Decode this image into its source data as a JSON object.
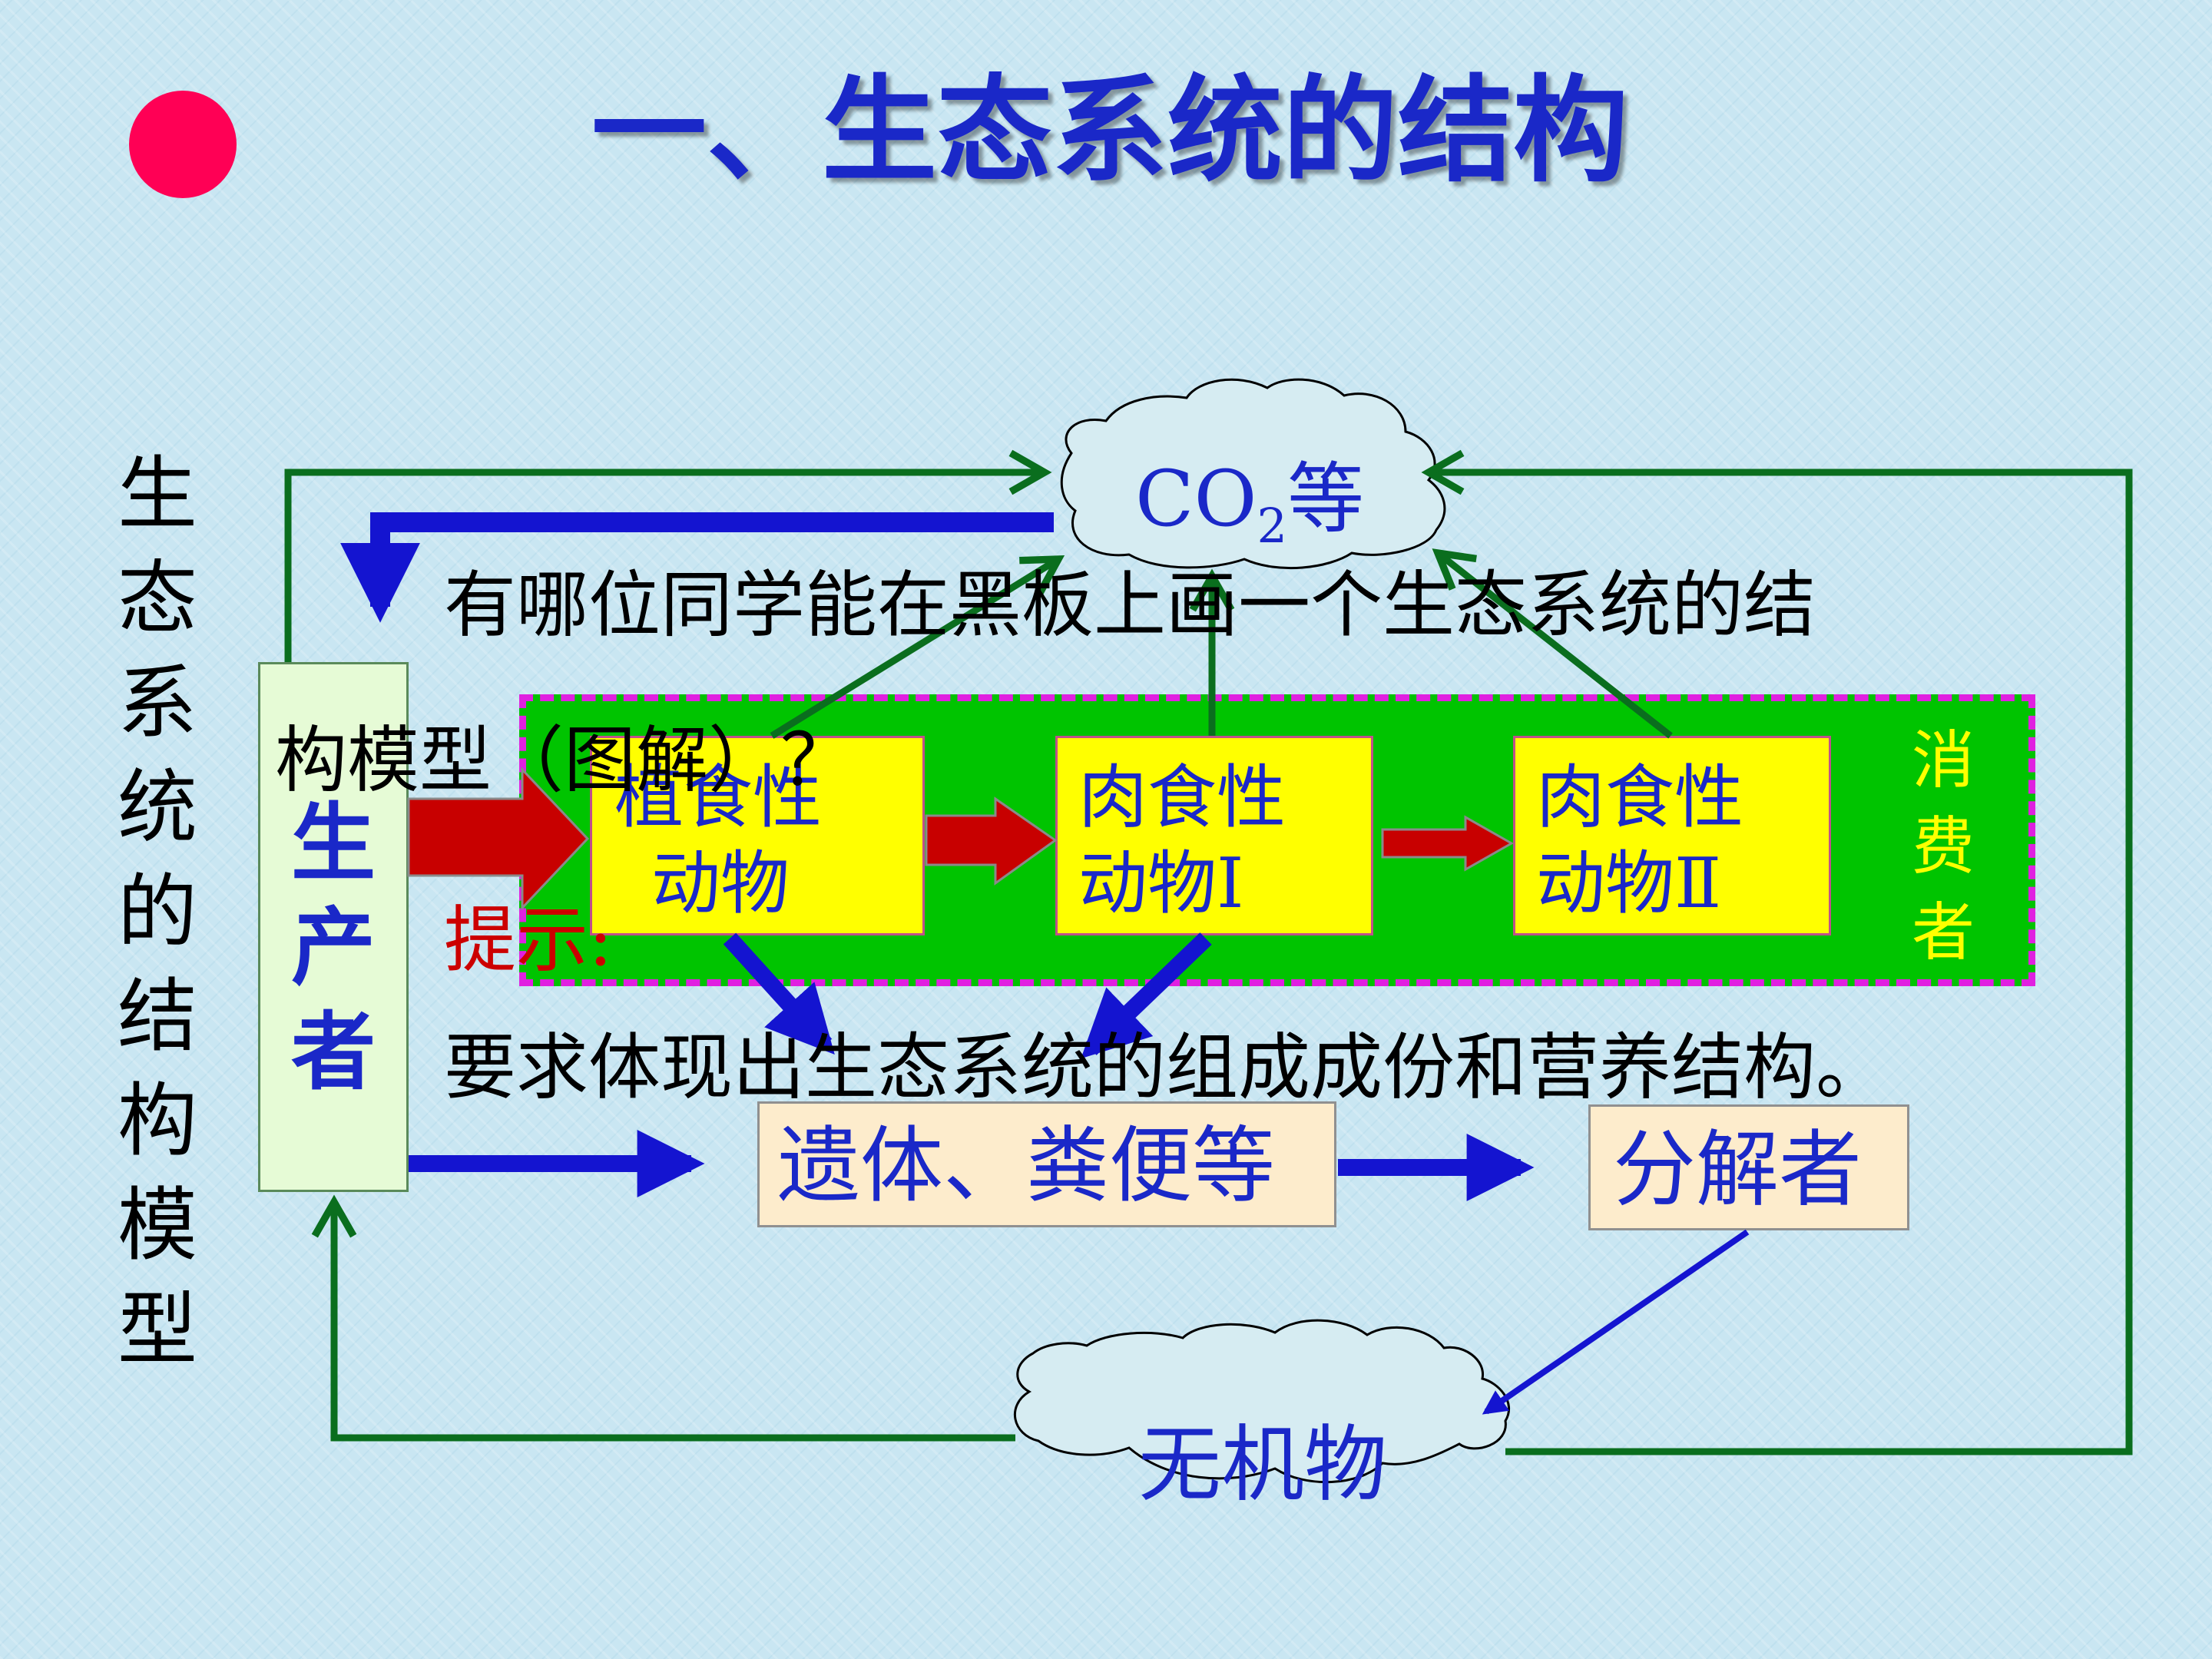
{
  "title": "一、生态系统的结构",
  "side_label": "生态系统的结构模型",
  "nodes": {
    "co2_main": "CO",
    "co2_sub": "2",
    "co2_suffix": "等",
    "producer": "生产者",
    "herbivore_line1": "植食性",
    "herbivore_line2": "动物",
    "carnivore1_line1": "肉食性",
    "carnivore1_line2": "动物Ⅰ",
    "carnivore2_line1": "肉食性",
    "carnivore2_line2": "动物Ⅱ",
    "consumer_label": "消费者",
    "remains": "遗体、粪便等",
    "decomposer": "分解者",
    "inorganic": "无机物"
  },
  "question": {
    "line1": "有哪位同学能在黑板上画一个生态系统的结",
    "line2": "构模型（图解）？",
    "hint": "提示:",
    "line3": "要求体现出生态系统的组成成份和营养结构。"
  },
  "colors": {
    "accent_blue": "#1a28c8",
    "green_arrow": "#0a6e1e",
    "red_arrow": "#c80000",
    "bullet": "#ff0055",
    "consumer_region": "#00c400",
    "animal_box": "#ffff00"
  }
}
